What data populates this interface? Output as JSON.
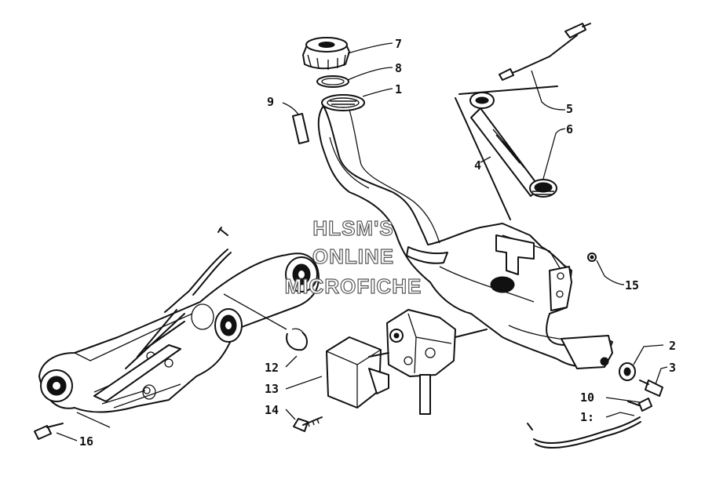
{
  "watermark": {
    "line1": "HLSM'S",
    "line2": "ONLINE",
    "line3": "MICROFICHE"
  },
  "callouts": {
    "c1": "1",
    "c2": "2",
    "c3": "3",
    "c4": "4",
    "c5": "5",
    "c6": "6",
    "c7": "7",
    "c8": "8",
    "c9": "9",
    "c10": "10",
    "c11": "1:",
    "c12": "12",
    "c13": "13",
    "c14": "14",
    "c15": "15",
    "c16": "16"
  }
}
